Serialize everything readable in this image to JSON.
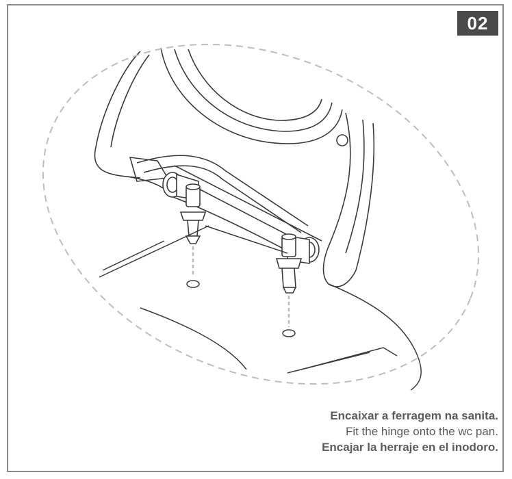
{
  "step": {
    "number": "02"
  },
  "captions": [
    {
      "lang": "pt",
      "text": "Encaixar a ferragem na sanita.",
      "bold": true
    },
    {
      "lang": "en",
      "text": "Fit the hinge onto the wc pan.",
      "bold": false
    },
    {
      "lang": "es",
      "text": "Encajar la herraje en el inodoro.",
      "bold": true
    }
  ],
  "colors": {
    "frame_border": "#8a8a8a",
    "badge_background": "#4a4a4a",
    "badge_text": "#ffffff",
    "line_art": "#3a3a3a",
    "dashed_ellipse": "#bdbdbd",
    "caption_text": "#5c5c5c"
  }
}
